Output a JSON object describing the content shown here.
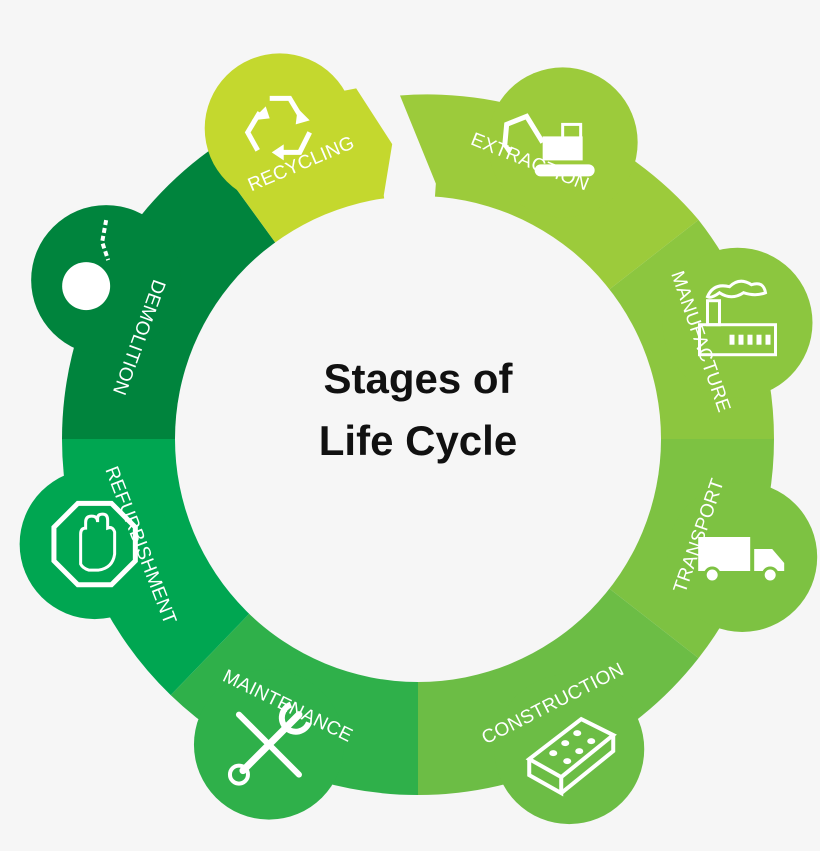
{
  "title": {
    "line1": "Stages of",
    "line2": "Life Cycle"
  },
  "stages": [
    {
      "label": "EXTRACTION",
      "icon": "excavator-icon",
      "color": "#9ccb3b"
    },
    {
      "label": "MANUFACTURE",
      "icon": "factory-icon",
      "color": "#8cc63f"
    },
    {
      "label": "TRANSPORT",
      "icon": "truck-icon",
      "color": "#7dc242"
    },
    {
      "label": "CONSTRUCTION",
      "icon": "brick-icon",
      "color": "#6cbd45"
    },
    {
      "label": "MAINTENANCE",
      "icon": "wrench-screwdriver-icon",
      "color": "#2fb04a"
    },
    {
      "label": "REFURBISHMENT",
      "icon": "stop-hand-icon",
      "color": "#00a651"
    },
    {
      "label": "DEMOLITION",
      "icon": "wrecking-ball-icon",
      "color": "#00843d"
    },
    {
      "label": "RECYCLING",
      "icon": "recycle-icon",
      "color": "#c4d82e"
    }
  ]
}
